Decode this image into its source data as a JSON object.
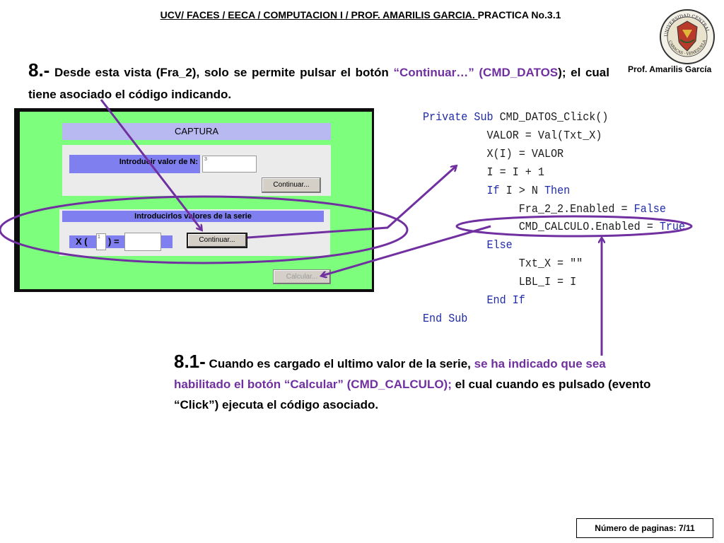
{
  "header": {
    "breadcrumb": "UCV/ FACES / EECA / COMPUTACION I / PROF. AMARILIS GARCIA. ",
    "practica": "PRACTICA No.3.1"
  },
  "logo": {
    "icon": "university-seal-icon",
    "text": "UNIVERSIDAD CENTRAL · CARACAS · VENEZUELA"
  },
  "author": "Prof. Amarilis García",
  "step8": {
    "number": "8.-",
    "text_a": " Desde esta vista (Fra_2), solo se permite pulsar el botón ",
    "highlight_a": "“Continuar…” (CMD_DATOS",
    "text_b": "); el cual tiene asociado el código indicando."
  },
  "form": {
    "title": "CAPTURA",
    "n_label": "Introducir valor de N:",
    "n_value": "3",
    "continuar1": "Continuar...",
    "serie_label": "Introducirlos valores de la serie",
    "x_label": "X (",
    "x_index": "1",
    "x_eq": ") =",
    "continuar2": "Continuar...",
    "calcular": "Calcular..."
  },
  "code": [
    {
      "indent": "",
      "parts": [
        {
          "t": "Private Sub ",
          "k": true
        },
        {
          "t": "CMD_DATOS_Click()",
          "k": false
        }
      ]
    },
    {
      "indent": "          ",
      "parts": [
        {
          "t": "VALOR = Val(Txt_X)",
          "k": false
        }
      ]
    },
    {
      "indent": "          ",
      "parts": [
        {
          "t": "X(I) = VALOR",
          "k": false
        }
      ]
    },
    {
      "indent": "          ",
      "parts": [
        {
          "t": "I = I + 1",
          "k": false
        }
      ]
    },
    {
      "indent": "          ",
      "parts": [
        {
          "t": "If ",
          "k": true
        },
        {
          "t": "I > N ",
          "k": false
        },
        {
          "t": "Then",
          "k": true
        }
      ]
    },
    {
      "indent": "               ",
      "parts": [
        {
          "t": "Fra_2_2.Enabled = ",
          "k": false
        },
        {
          "t": "False",
          "k": true
        }
      ]
    },
    {
      "indent": "               ",
      "parts": [
        {
          "t": "CMD_CALCULO.Enabled = ",
          "k": false
        },
        {
          "t": "True",
          "k": true
        }
      ]
    },
    {
      "indent": "          ",
      "parts": [
        {
          "t": "Else",
          "k": true
        }
      ]
    },
    {
      "indent": "               ",
      "parts": [
        {
          "t": "Txt_X = \"\"",
          "k": false
        }
      ]
    },
    {
      "indent": "               ",
      "parts": [
        {
          "t": "LBL_I = I",
          "k": false
        }
      ]
    },
    {
      "indent": "          ",
      "parts": [
        {
          "t": "End If",
          "k": true
        }
      ]
    },
    {
      "indent": "",
      "parts": [
        {
          "t": "End Sub",
          "k": true
        }
      ]
    }
  ],
  "step81": {
    "number": "8.1-",
    "text_a": " Cuando es cargado el ultimo valor de la serie, ",
    "highlight": "se ha indicado que sea habilitado el botón “Calcular” (CMD_CALCULO);",
    "text_b": " el cual cuando es pulsado (evento “Click”) ejecuta el código asociado."
  },
  "footer": "Número de paginas: 7/11",
  "colors": {
    "annotation": "#7030a0",
    "keyword": "#1f2ba8",
    "form_bg": "#7dff7d",
    "label_bg": "#7f7ff0"
  }
}
